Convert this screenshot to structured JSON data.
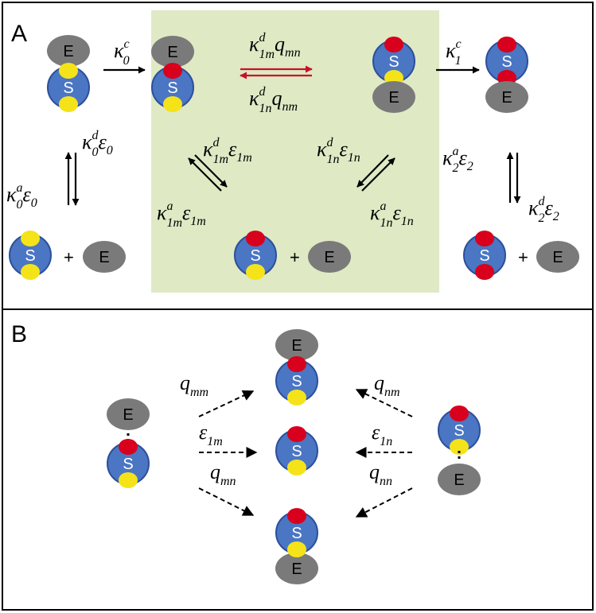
{
  "panels": {
    "a_label": "A",
    "b_label": "B"
  },
  "molecule": {
    "substrate": "S",
    "enzyme": "E",
    "plus": "+"
  },
  "colors": {
    "enzyme": "#7a7a7a",
    "substrate": "#4a76c4",
    "substrate_ring": "#2c4f9a",
    "site_unmodified": "#f5e31a",
    "site_modified": "#d8001c",
    "highlight_box": "#dfe9c4",
    "reverse_arrows": "#c8102e"
  },
  "rates": {
    "k0c": {
      "main": "κ",
      "sub": "0",
      "sup": "c"
    },
    "k1c": {
      "main": "κ",
      "sub": "1",
      "sup": "c"
    },
    "k0d": {
      "main": "κ",
      "sub": "0",
      "sup": "d",
      "tail": "ε",
      "tail_sub": "0"
    },
    "k0a": {
      "main": "κ",
      "sub": "0",
      "sup": "a",
      "tail": "ε",
      "tail_sub": "0"
    },
    "k1m_d_top": {
      "main": "κ",
      "sub": "1m",
      "sup": "d",
      "tail": "q",
      "tail_sub": "mn"
    },
    "k1n_d_top": {
      "main": "κ",
      "sub": "1n",
      "sup": "d",
      "tail": "q",
      "tail_sub": "nm"
    },
    "k1m_d": {
      "main": "κ",
      "sub": "1m",
      "sup": "d",
      "tail": "ε",
      "tail_sub": "1m"
    },
    "k1m_a": {
      "main": "κ",
      "sub": "1m",
      "sup": "a",
      "tail": "ε",
      "tail_sub": "1m"
    },
    "k1n_d": {
      "main": "κ",
      "sub": "1n",
      "sup": "d",
      "tail": "ε",
      "tail_sub": "1n"
    },
    "k1n_a": {
      "main": "κ",
      "sub": "1n",
      "sup": "a",
      "tail": "ε",
      "tail_sub": "1n"
    },
    "k2a": {
      "main": "κ",
      "sub": "2",
      "sup": "a",
      "tail": "ε",
      "tail_sub": "2"
    },
    "k2d": {
      "main": "κ",
      "sub": "2",
      "sup": "d",
      "tail": "ε",
      "tail_sub": "2"
    }
  },
  "b_rates": {
    "qmm": {
      "main": "q",
      "sub": "mm"
    },
    "e1m": {
      "main": "ε",
      "sub": "1m"
    },
    "qmn": {
      "main": "q",
      "sub": "mn"
    },
    "qnm": {
      "main": "q",
      "sub": "nm"
    },
    "e1n": {
      "main": "ε",
      "sub": "1n"
    },
    "qnn": {
      "main": "q",
      "sub": "nn"
    }
  }
}
